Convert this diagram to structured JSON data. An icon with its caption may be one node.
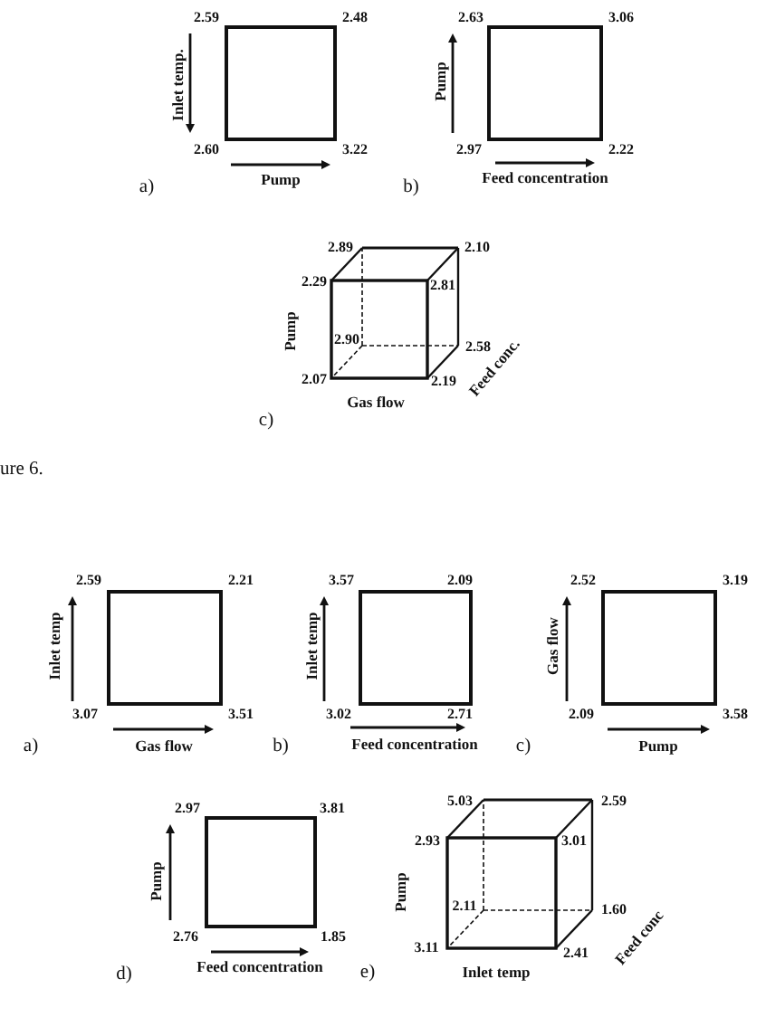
{
  "diagram": {
    "nodes": [
      {
        "text": [],
        "shape": "box",
        "beside": [
          "2.59",
          "2.48",
          "2.60",
          "3.22",
          "Inlet temp.",
          "Pump",
          "a)"
        ]
      },
      {
        "text": [],
        "shape": "box",
        "beside": [
          "2.63",
          "3.06",
          "2.97",
          "2.22",
          "Pump",
          "Feed concentration",
          "b)"
        ]
      },
      {
        "text": [
          "2.90"
        ],
        "beside": [
          "2.89",
          "2.10",
          "2.29",
          "2.81",
          "2.58",
          "2.07",
          "2.19",
          "Pump",
          "Gas flow",
          "Feed conc.",
          "c)"
        ]
      },
      {
        "text": [],
        "shape": "box",
        "beside": [
          "2.59",
          "2.21",
          "3.07",
          "3.51",
          "Inlet temp",
          "Gas flow",
          "a)"
        ]
      },
      {
        "text": [],
        "shape": "box",
        "beside": [
          "3.57",
          "2.09",
          "3.02",
          "2.71",
          "Inlet temp",
          "Feed concentration",
          "b)"
        ]
      },
      {
        "text": [],
        "shape": "box",
        "beside": [
          "2.52",
          "3.19",
          "2.09",
          "3.58",
          "Gas flow",
          "Pump",
          "c)"
        ]
      },
      {
        "text": [],
        "shape": "box",
        "beside": [
          "2.97",
          "3.81",
          "2.76",
          "1.85",
          "Pump",
          "Feed concentration",
          "d)"
        ]
      },
      {
        "text": [
          "2.11"
        ],
        "beside": [
          "5.03",
          "2.59",
          "2.93",
          "3.01",
          "1.60",
          "3.11",
          "2.41",
          "Pump",
          "Inlet temp",
          "Feed conc",
          "e)"
        ]
      }
    ],
    "labels": [
      "ure 6."
    ]
  }
}
